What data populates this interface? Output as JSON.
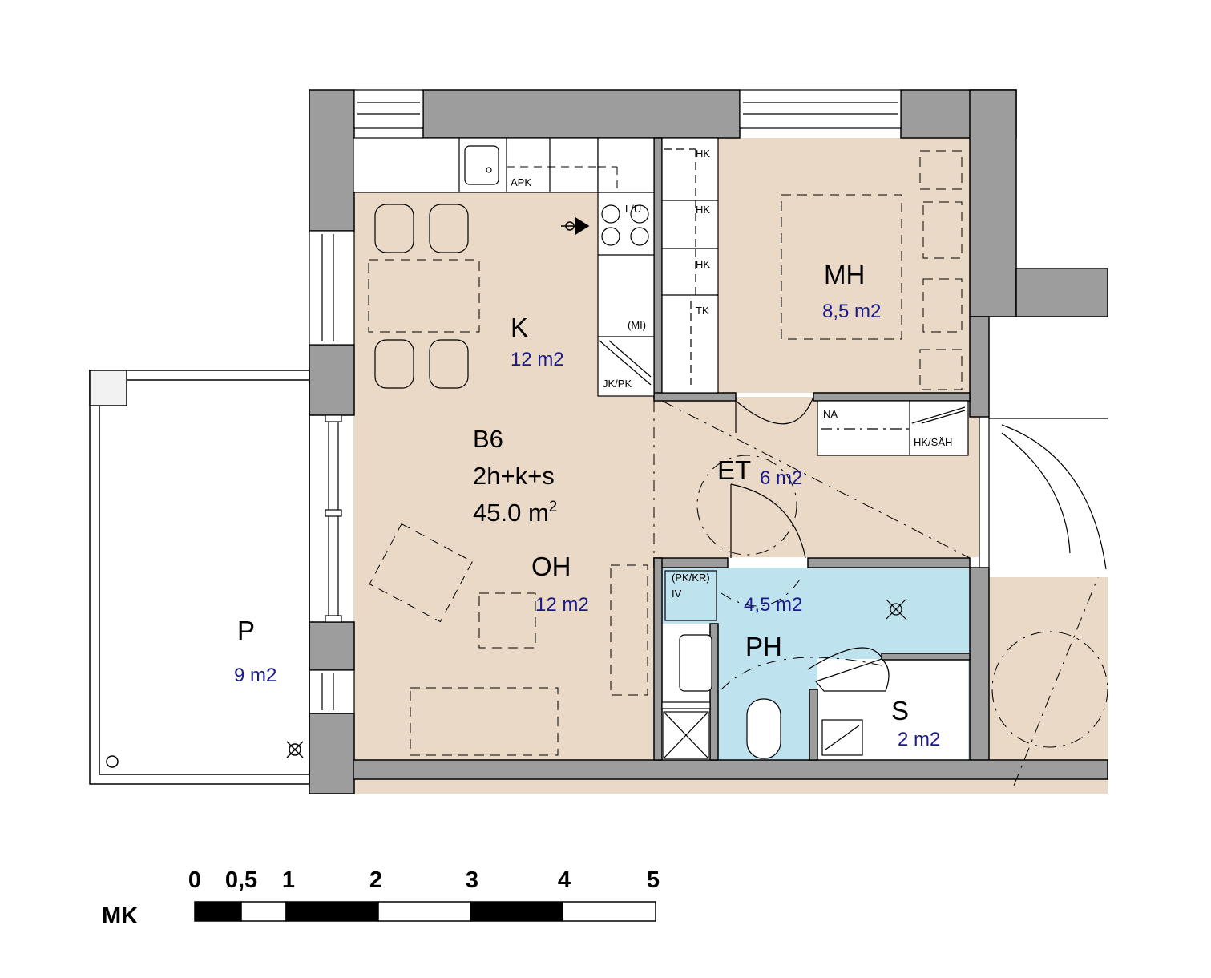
{
  "plan": {
    "apartment": {
      "code": "B6",
      "type": "2h+k+s",
      "area_num": "45.0 m",
      "area_sup": "2"
    },
    "rooms": {
      "kitchen": {
        "label": "K",
        "area": "12 m2"
      },
      "living": {
        "label": "OH",
        "area": "12 m2"
      },
      "bedroom": {
        "label": "MH",
        "area": "8,5 m2"
      },
      "entry": {
        "label": "ET",
        "area": "6 m2"
      },
      "bathroom": {
        "label": "PH",
        "area": "4,5 m2"
      },
      "sauna": {
        "label": "S",
        "area": "2 m2"
      },
      "balcony": {
        "label": "P",
        "area": "9 m2"
      }
    },
    "fixtures": {
      "apk": "APK",
      "lu": "L/U",
      "mi": "(MI)",
      "jkpk": "JK/PK",
      "hk1": "HK",
      "hk2": "HK",
      "hk3": "HK",
      "tk": "TK",
      "na": "NA",
      "hksah": "HK/SÄH",
      "pkkr": "(PK/KR)",
      "iv": "IV"
    }
  },
  "scale_bar": {
    "label": "MK",
    "ticks": [
      "0",
      "0,5",
      "1",
      "2",
      "3",
      "4",
      "5"
    ]
  },
  "colors": {
    "floor": "#ead9c6",
    "bathroom": "#bfe2ef",
    "wall": "#9d9d9d",
    "area_text": "#1a1a8c",
    "text": "#000000"
  }
}
